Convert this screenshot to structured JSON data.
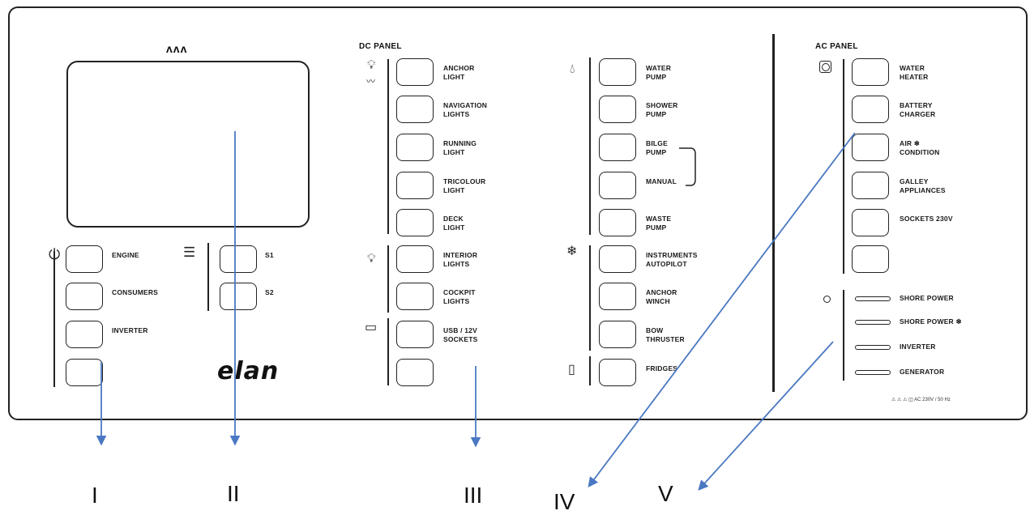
{
  "panel": {
    "brand_mark": "ᴧᴧᴧ",
    "logo": "elan",
    "footnote": "⚠ ⚠ ⚠ ◫ AC 230V / 50 Hz"
  },
  "left_group": {
    "buttons": [
      "ENGINE",
      "CONSUMERS",
      "INVERTER",
      ""
    ],
    "selector_buttons": [
      "S1",
      "S2"
    ]
  },
  "dc_panel": {
    "title": "DC PANEL",
    "col1": [
      "ANCHOR\nLIGHT",
      "NAVIGATION\nLIGHTS",
      "RUNNING\nLIGHT",
      "TRICOLOUR\nLIGHT",
      "DECK\nLIGHT",
      "INTERIOR\nLIGHTS",
      "COCKPIT\nLIGHTS",
      "USB / 12V\nSOCKETS",
      ""
    ],
    "col2": [
      "WATER\nPUMP",
      "SHOWER\nPUMP",
      "BILGE\nPUMP",
      "MANUAL",
      "WASTE\nPUMP",
      "INSTRUMENTS\nAUTOPILOT",
      "ANCHOR\nWINCH",
      "BOW\nTHRUSTER",
      "FRIDGES"
    ]
  },
  "ac_panel": {
    "title": "AC PANEL",
    "buttons": [
      "WATER\nHEATER",
      "BATTERY\nCHARGER",
      "AIR ❄\nCONDITION",
      "GALLEY\nAPPLIANCES",
      "SOCKETS 230V",
      ""
    ],
    "indicators": [
      "SHORE POWER",
      "SHORE POWER ❄",
      "INVERTER",
      "GENERATOR"
    ]
  },
  "callouts": [
    "I",
    "II",
    "III",
    "IV",
    "V"
  ],
  "colors": {
    "arrow": "#4a78c2",
    "line": "#222222"
  }
}
